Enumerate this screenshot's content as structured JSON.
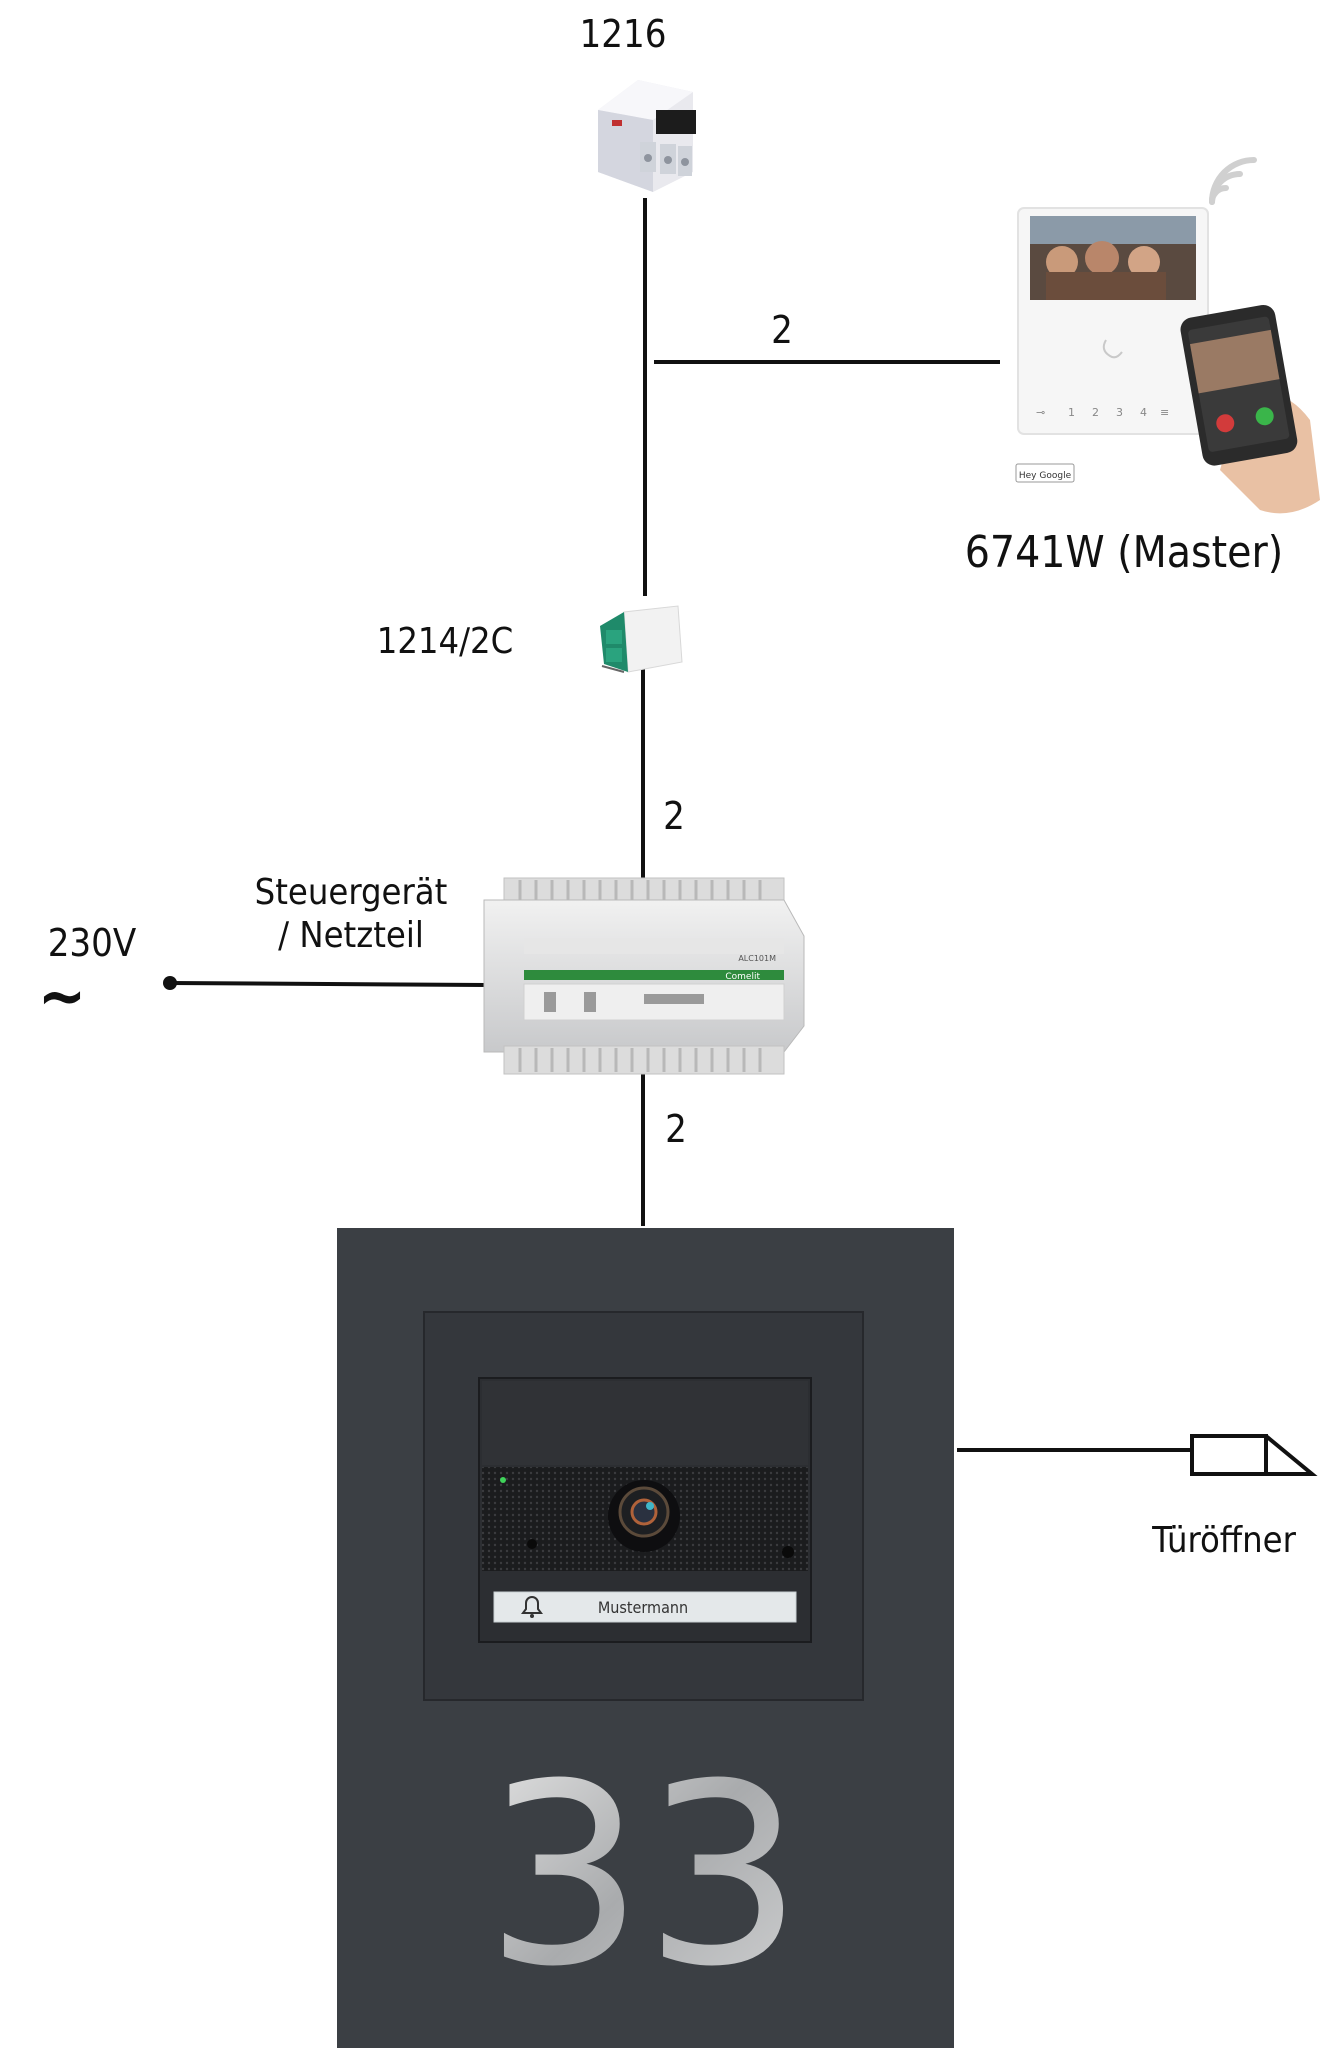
{
  "labels": {
    "terminator": "1216",
    "monitor": "6741W (Master)",
    "distributor": "1214/2C",
    "power_supply": "Steuergerät\n/ Netzteil",
    "power_supply_line1": "Steuergerät",
    "power_supply_line2": "/ Netzteil",
    "mains": "230V",
    "mains_symbol": "~",
    "door_opener": "Türöffner"
  },
  "wires": {
    "monitor_wire_count": "2",
    "distributor_to_supply_count": "2",
    "supply_to_door_station_count": "2"
  },
  "door_station": {
    "name_tag": "Mustermann",
    "house_number": "33"
  },
  "monitor_screen": {
    "button_labels": [
      "1",
      "2",
      "3",
      "4"
    ],
    "assistant_badge": "Hey Google"
  },
  "power_supply_device": {
    "brand": "Comelit",
    "model": "ALC101M"
  },
  "colors": {
    "panel": "#3b3f44",
    "wire": "#111111",
    "supply_stripe": "#2e8b3d",
    "distributor_green": "#1f8a6a"
  }
}
